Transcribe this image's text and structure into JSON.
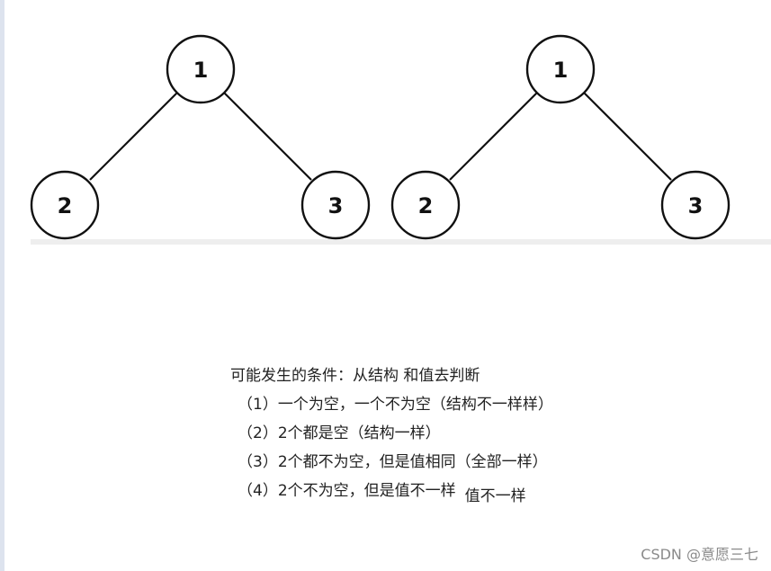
{
  "trees": [
    {
      "root": "1",
      "left": "2",
      "right": "3"
    },
    {
      "root": "1",
      "left": "2",
      "right": "3"
    }
  ],
  "notes": {
    "heading": "可能发生的条件：从结构 和值去判断",
    "items": [
      "（1）一个为空，一个不为空（结构不一样样）",
      "（2）2个都是空（结构一样）",
      "（3）2个都不为空，但是值相同（全部一样）",
      "（4）2个不为空，但是值不一样"
    ],
    "item4_extra": "值不一样"
  },
  "watermark": "CSDN @意愿三七",
  "colors": {
    "stroke": "#111111",
    "divider": "#eeeeee",
    "text": "#222222",
    "watermark": "#8a8a8a"
  }
}
